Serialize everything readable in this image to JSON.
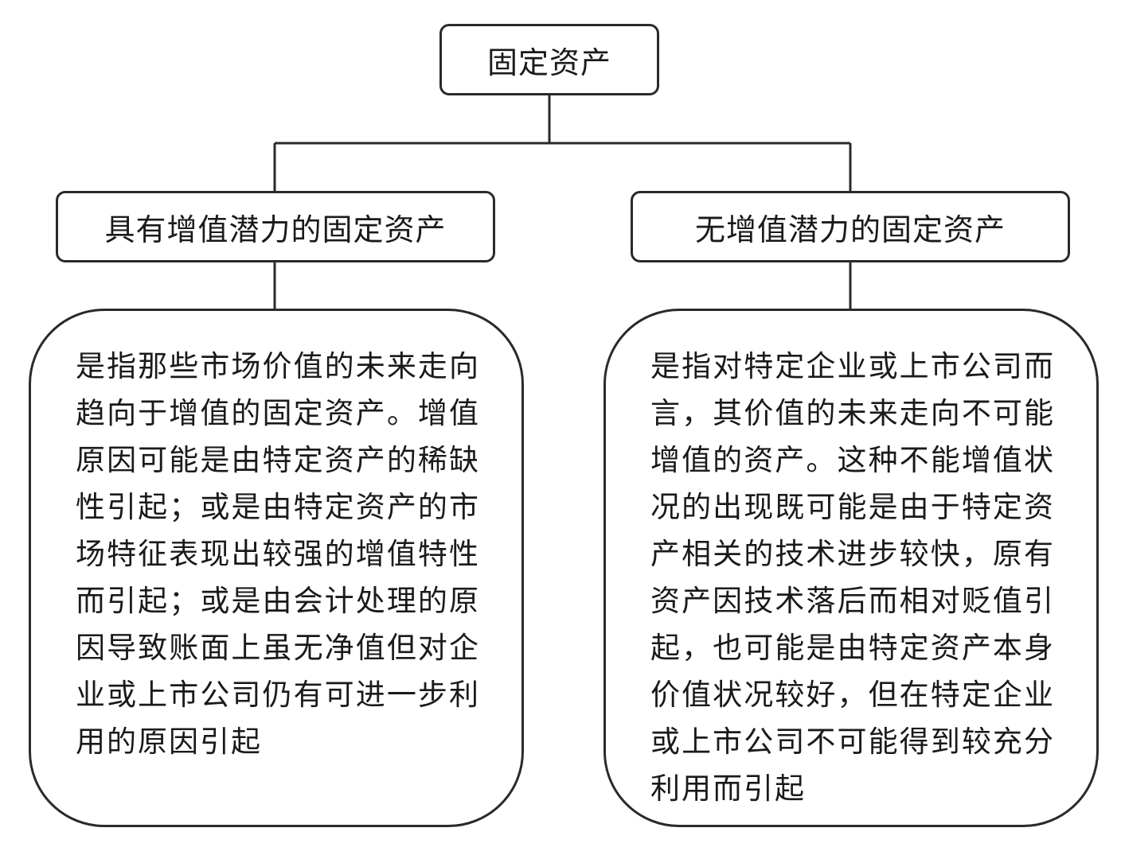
{
  "diagram": {
    "root": {
      "label": "固定资产"
    },
    "branches": [
      {
        "label": "具有增值潜力的固定资产",
        "description": "是指那些市场价值的未来走向趋向于增值的固定资产。增值原因可能是由特定资产的稀缺性引起；或是由特定资产的市场特征表现出较强的增值特性而引起；或是由会计处理的原因导致账面上虽无净值但对企业或上市公司仍有可进一步利用的原因引起"
      },
      {
        "label": "无增值潜力的固定资产",
        "description": "是指对特定企业或上市公司而言，其价值的未来走向不可能增值的资产。这种不能增值状况的出现既可能是由于特定资产相关的技术进步较快，原有资产因技术落后而相对贬值引起，也可能是由特定资产本身价值状况较好，但在特定企业或上市公司不可能得到较充分利用而引起"
      }
    ],
    "colors": {
      "stroke": "#2a2a2a",
      "background": "#ffffff",
      "text": "#1a1a1a"
    }
  }
}
